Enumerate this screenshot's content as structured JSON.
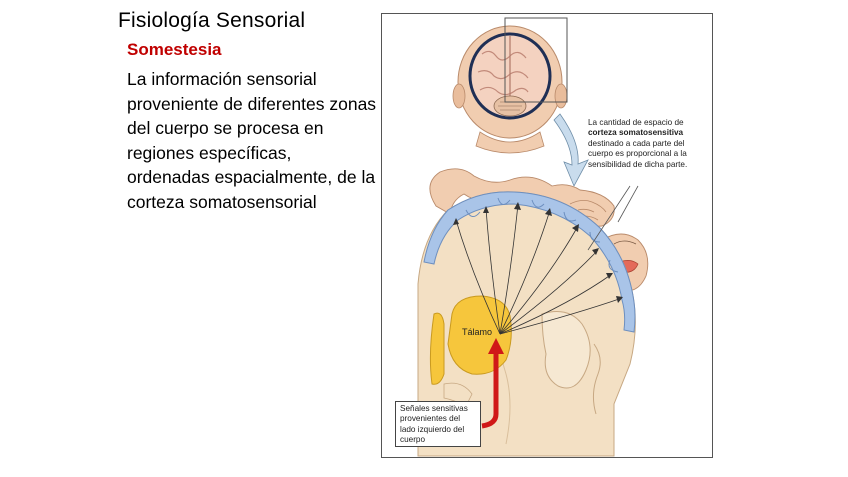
{
  "slide": {
    "title": "Fisiología Sensorial",
    "subtitle": "Somestesia",
    "body": "La información sensorial proveniente de diferentes zonas del cuerpo se procesa en regiones específicas, ordenadas espacialmente, de la corteza somatosensorial"
  },
  "figure": {
    "callout_pre": "La cantidad de espacio de",
    "callout_bold": "corteza somatosensitiva",
    "callout_post": "destinado a cada parte del cuerpo es proporcional a la sensibilidad de dicha parte.",
    "thalamus_label": "Tálamo",
    "signal_label": "Señales sensitivas provenientes del lado izquierdo del cuerpo"
  },
  "colors": {
    "title_red": "#c00000",
    "cortex_blue": "#a9c4e8",
    "thalamus_yellow": "#f6c63c",
    "signal_red": "#d01818",
    "tissue": "#f3e0c4",
    "skin": "#f1cdb0"
  }
}
